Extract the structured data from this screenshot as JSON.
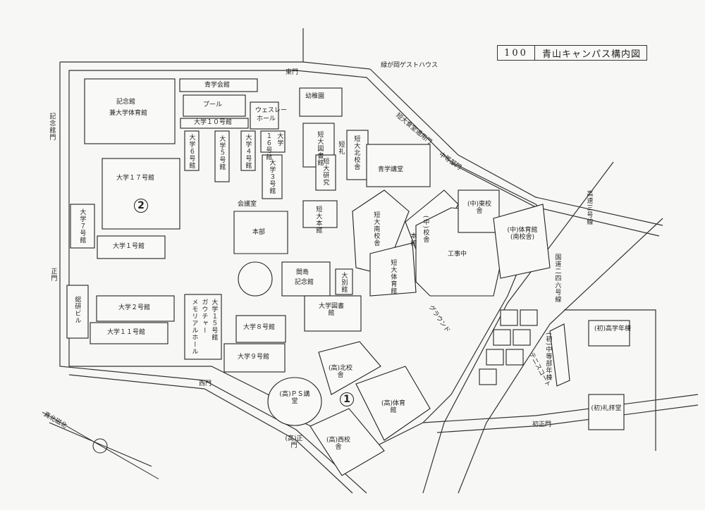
{
  "title": {
    "number": "100",
    "text": "青山キャンパス構内図"
  },
  "markers": {
    "one": "1",
    "two": "2"
  },
  "labels": {
    "gate_east": "東門",
    "guesthouse": "緑が岡ゲストハウス",
    "aogaku_kaikan": "青学会館",
    "kinenkan": "記念館",
    "taiikukan": "兼大学体育館",
    "pool": "プール",
    "b10": "大学１０号館",
    "wesley": "ウェスレー",
    "wesley2": "ホール",
    "kinenkan_gate": "記念館門",
    "b6": "大学６号館",
    "b5": "大学５号館",
    "b4": "大学４号館",
    "b16": "１６号館",
    "b16b": "大学",
    "b3": "大学３号館",
    "b17": "大学１７号館",
    "b7": "大学７号館",
    "b1": "大学１号館",
    "kaigishitsu": "会議室",
    "honbu": "本部",
    "gate_main": "正門",
    "kaikan_hall": "間島",
    "kaikan_hall2": "記念館",
    "daibekkan": "大別館",
    "tanki_lib": "短大図書館",
    "tanki_kita": "短大北校舎",
    "tanki_rei": "短礼",
    "tanki_sub": "短大研究",
    "yochien": "幼稚園",
    "tanki_gate": "短大食堂通用門",
    "chutobu_gate": "中等部門",
    "seigaku_kodo": "青学講堂",
    "tanki_honkan": "短大本館",
    "tanki_minami": "短大南校舎",
    "chu_school": "(中)校舎",
    "honkan": "本館",
    "tanki_gym": "短大体育館",
    "chu_east": "(中)東校舎",
    "chu_gym": "(中)体育館(南校舎)",
    "koji": "工事中",
    "road_right": "高速三号線",
    "road_right2": "国道二四六号線",
    "soken": "総研ビル",
    "b2": "大学２号館",
    "b11": "大学１１号館",
    "b15": "大学１５号館",
    "gaucher": "ガウチャー",
    "memorial": "メモリアルホール",
    "b8": "大学８号館",
    "b9": "大学９号館",
    "daigaku_lib": "大学図書館",
    "ground": "グラウンド",
    "tennis": "テニスコート",
    "gate_west": "西門",
    "ko_north": "(高)北校舎",
    "ko_ps": "(高)ＰＳ講堂",
    "ko_gym": "(高)体育館",
    "ko_gate": "(高)正門",
    "ko_west": "(高)西校舎",
    "sho_chu": "(初)中等部年棟",
    "sho_high": "(初)高学年棟",
    "sho_chapel": "(初)礼拝堂",
    "sho_gate": "初正門",
    "compass": "真北磁北"
  },
  "colors": {
    "ink": "#222222",
    "paper": "#f7f7f5"
  }
}
